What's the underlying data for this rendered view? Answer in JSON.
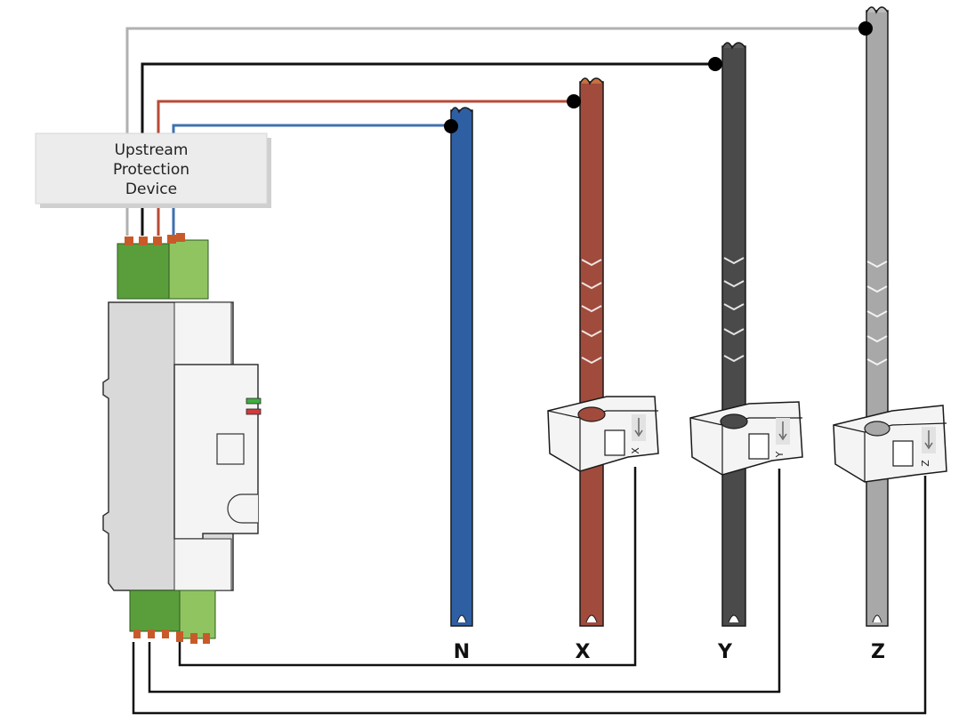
{
  "protection_device": {
    "lines": [
      "Upstream",
      "Protection",
      "Device"
    ]
  },
  "conductors": [
    {
      "id": "N",
      "label": "N",
      "color": "#2f5fa3"
    },
    {
      "id": "X",
      "label": "X",
      "color": "#a04b3c"
    },
    {
      "id": "Y",
      "label": "Y",
      "color": "#4a4a4a"
    },
    {
      "id": "Z",
      "label": "Z",
      "color": "#a8a8a8"
    }
  ],
  "sensors": [
    {
      "label": "X"
    },
    {
      "label": "Y"
    },
    {
      "label": "Z"
    }
  ],
  "colors": {
    "terminal_dark": "#5a9e3c",
    "terminal_light": "#8fc460",
    "meter_body": "#d9d9d9",
    "meter_face": "#f4f4f4",
    "wire": "#111111",
    "led_green": "#3fae3f",
    "led_red": "#d23a3a"
  }
}
